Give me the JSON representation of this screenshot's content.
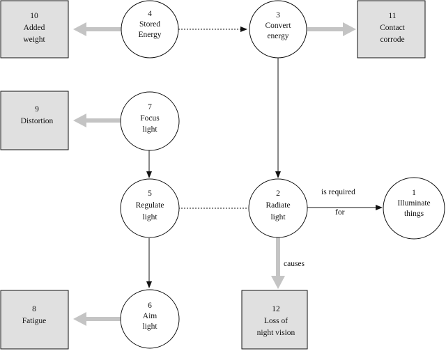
{
  "diagram": {
    "colors": {
      "outline": "#111111",
      "negative_fill": "#e0e0e0",
      "negative_arrow": "#c4c4c4",
      "positive_fill": "#ffffff"
    },
    "nodes": {
      "n1": {
        "num": "1",
        "lines": [
          "Illuminate",
          "things"
        ]
      },
      "n2": {
        "num": "2",
        "lines": [
          "Radiate",
          "light"
        ]
      },
      "n3": {
        "num": "3",
        "lines": [
          "Convert",
          "energy"
        ]
      },
      "n4": {
        "num": "4",
        "lines": [
          "Stored",
          "Energy"
        ]
      },
      "n5": {
        "num": "5",
        "lines": [
          "Regulate",
          "light"
        ]
      },
      "n6": {
        "num": "6",
        "lines": [
          "Aim",
          "light"
        ]
      },
      "n7": {
        "num": "7",
        "lines": [
          "Focus",
          "light"
        ]
      },
      "n8": {
        "num": "8",
        "lines": [
          "Fatigue"
        ]
      },
      "n9": {
        "num": "9",
        "lines": [
          "Distortion"
        ]
      },
      "n10": {
        "num": "10",
        "lines": [
          "Added",
          "weight"
        ]
      },
      "n11": {
        "num": "11",
        "lines": [
          "Contact",
          "corrode"
        ]
      },
      "n12": {
        "num": "12",
        "lines": [
          "Loss of",
          "night vision"
        ]
      }
    },
    "edge_labels": {
      "is_required": "is required",
      "for": "for",
      "causes": "causes"
    }
  }
}
